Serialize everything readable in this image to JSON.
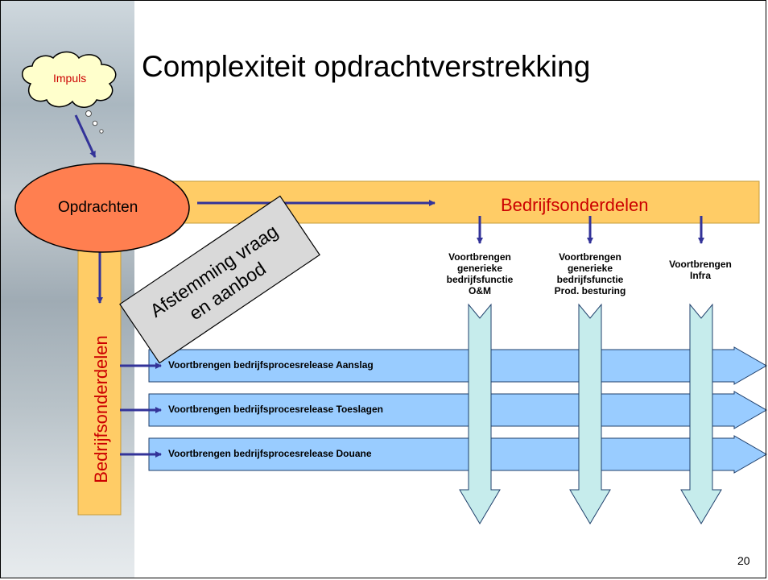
{
  "slide": {
    "title": "Complexiteit opdrachtverstrekking",
    "page_number": "20"
  },
  "diagram": {
    "impulse": "Impuls",
    "orders": "Opdrachten",
    "business_units_top": "Bedrijfsonderdelen",
    "business_units_side": "Bedrijfsonderdelen",
    "alignment_line1": "Afstemming vraag",
    "alignment_line2": "en aanbod",
    "columns": [
      {
        "line1": "Voortbrengen",
        "line2": "generieke",
        "line3": "bedrijfsfunctie",
        "line4": "O&M"
      },
      {
        "line1": "Voortbrengen",
        "line2": "generieke",
        "line3": "bedrijfsfunctie",
        "line4": "Prod. besturing"
      },
      {
        "line1": "Voortbrengen",
        "line2": "Infra"
      }
    ],
    "flows": [
      "Voortbrengen bedrijfsprocesrelease Aanslag",
      "Voortbrengen bedrijfsprocesrelease Toeslagen",
      "Voortbrengen bedrijfsprocesrelease Douane"
    ]
  },
  "colors": {
    "bar_fill": "#ffcc66",
    "ellipse_fill": "#ff7f50",
    "flow_fill": "#99ccff",
    "column_fill": "#c6ecec",
    "arrow_navy": "#333399",
    "label_red": "#cc0000",
    "box_gray": "#d9d9d9"
  }
}
